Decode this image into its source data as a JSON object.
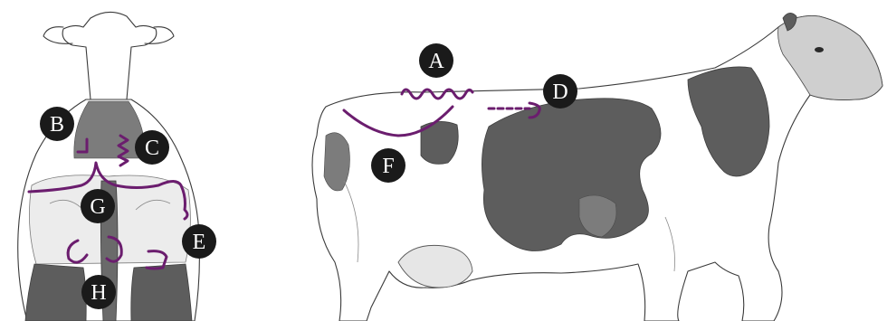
{
  "labels": {
    "A": "A",
    "B": "B",
    "C": "C",
    "D": "D",
    "E": "E",
    "F": "F",
    "G": "G",
    "H": "H"
  },
  "colors": {
    "marker": "#6b1d6e",
    "badge": "#1a1a1a",
    "badge_text": "#ffffff",
    "sketch": "#3a3a3a"
  }
}
